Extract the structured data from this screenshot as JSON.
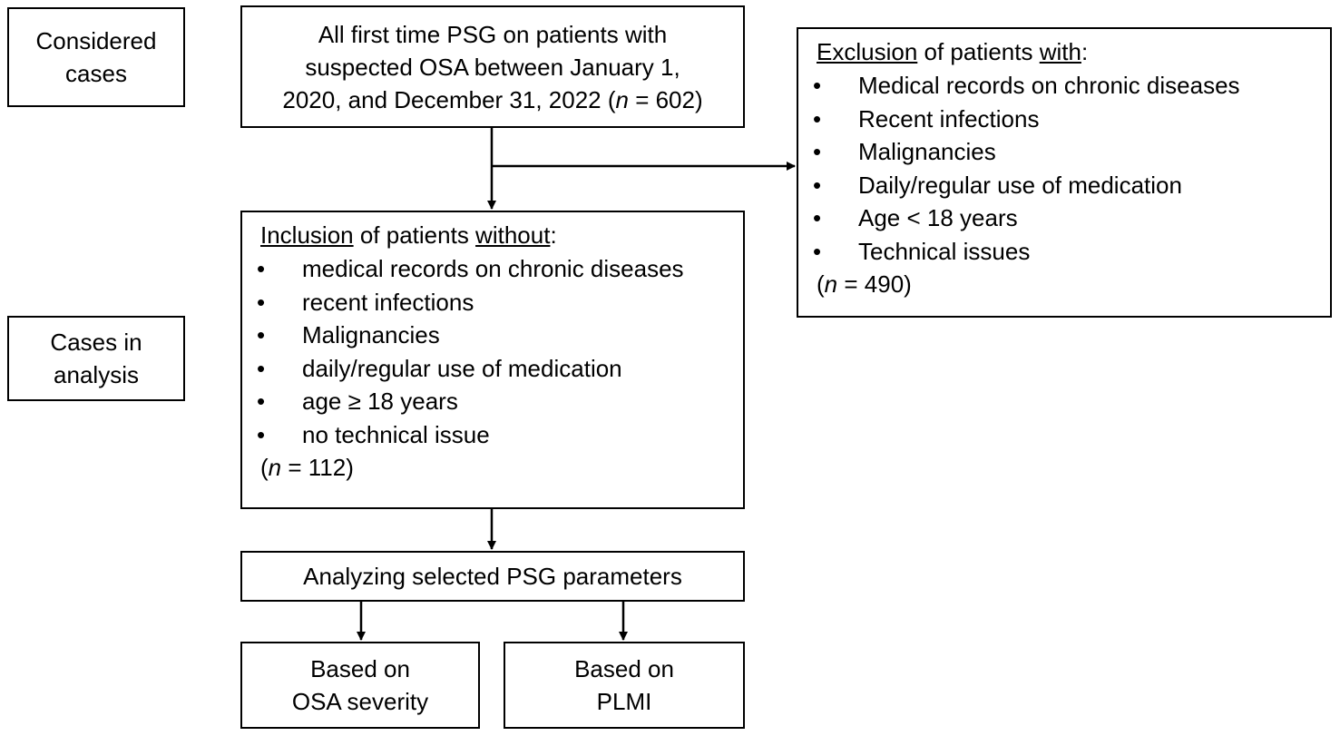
{
  "side_labels": {
    "considered": [
      "Considered",
      "cases"
    ],
    "analysis": [
      "Cases in",
      "analysis"
    ]
  },
  "top_box": {
    "lines": [
      "All first time PSG on patients with",
      "suspected OSA between January 1,"
    ],
    "line3_prefix": "2020, and December 31, 2022 (",
    "n_var": "n",
    "line3_suffix": " = 602)"
  },
  "exclusion_box": {
    "heading_word": "Exclusion",
    "heading_mid": " of patients ",
    "heading_with": "with",
    "heading_colon": ":",
    "bullet": "•",
    "items": [
      "Medical records on chronic diseases",
      "Recent infections",
      "Malignancies",
      "Daily/regular use of medication",
      "Age < 18 years",
      "Technical issues"
    ],
    "n_open": "(",
    "n_var": "n",
    "n_rest": " = 490)"
  },
  "inclusion_box": {
    "heading_word": "Inclusion",
    "heading_mid": " of patients ",
    "heading_without": "without",
    "heading_colon": ":",
    "bullet": "•",
    "items": [
      "medical records on chronic diseases",
      "recent infections",
      "Malignancies",
      "daily/regular use of medication",
      "age ≥ 18 years",
      "no technical issue"
    ],
    "n_open": "(",
    "n_var": "n",
    "n_rest": " = 112)"
  },
  "analyzing_box": {
    "label": "Analyzing selected PSG parameters"
  },
  "osa_box": {
    "lines": [
      "Based on",
      "OSA severity"
    ]
  },
  "plmi_box": {
    "lines": [
      "Based on",
      "PLMI"
    ]
  }
}
